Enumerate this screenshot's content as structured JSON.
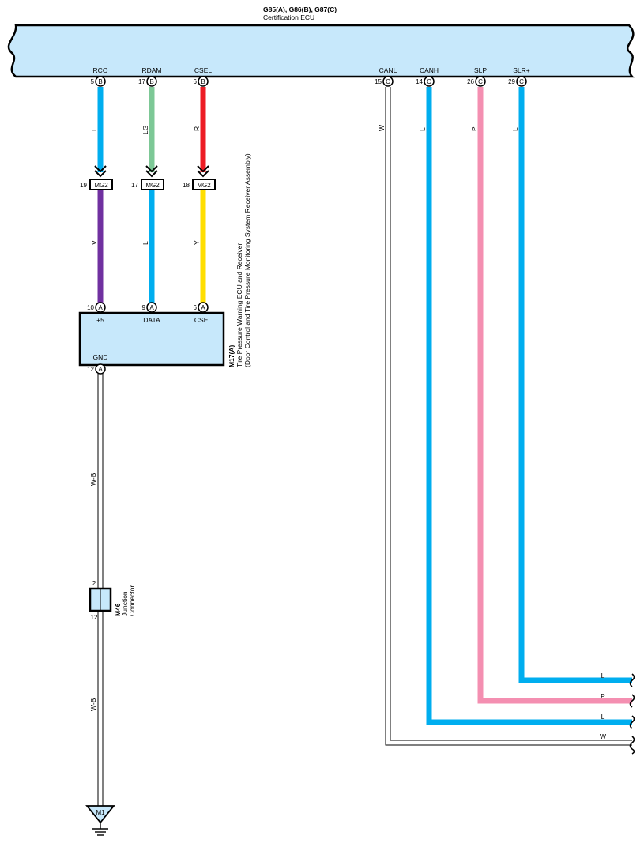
{
  "header": {
    "ecu_ids": "G85(A), G86(B), G87(C)",
    "ecu_name": "Certification ECU"
  },
  "colors": {
    "L": "#00aeef",
    "LG": "#7dc896",
    "R": "#ed1c24",
    "V": "#7030a0",
    "Y": "#ffde00",
    "P": "#f48fb1",
    "box_fill": "#c7e8fb"
  },
  "ecu_terminals": [
    {
      "name": "RCO",
      "pin": "5",
      "conn": "B"
    },
    {
      "name": "RDAM",
      "pin": "17",
      "conn": "B"
    },
    {
      "name": "CSEL",
      "pin": "6",
      "conn": "B"
    },
    {
      "name": "CANL",
      "pin": "15",
      "conn": "C"
    },
    {
      "name": "CANH",
      "pin": "14",
      "conn": "C"
    },
    {
      "name": "SLP",
      "pin": "26",
      "conn": "C"
    },
    {
      "name": "SLR+",
      "pin": "29",
      "conn": "C"
    }
  ],
  "upper_wires": [
    {
      "color_code": "L"
    },
    {
      "color_code": "LG"
    },
    {
      "color_code": "R"
    }
  ],
  "mg2_connectors": [
    {
      "pin": "19",
      "label": "MG2"
    },
    {
      "pin": "17",
      "label": "MG2"
    },
    {
      "pin": "18",
      "label": "MG2"
    }
  ],
  "lower_wires": [
    {
      "color_code": "V"
    },
    {
      "color_code": "L"
    },
    {
      "color_code": "Y"
    }
  ],
  "receiver": {
    "id": "M17(A)",
    "name_line1": "Tire Pressure Warning ECU and Receiver",
    "name_line2": "(Door Control and Tire Pressure Monitoring System Receiver Assembly)",
    "terminals": [
      {
        "name": "+5",
        "pin": "10",
        "conn": "A"
      },
      {
        "name": "DATA",
        "pin": "9",
        "conn": "A"
      },
      {
        "name": "CSEL",
        "pin": "6",
        "conn": "A"
      }
    ],
    "gnd": {
      "name": "GND",
      "pin": "12",
      "conn": "A"
    }
  },
  "ground_wire": {
    "color_upper": "W-B",
    "color_lower": "W-B"
  },
  "junction": {
    "id": "M46",
    "line1": "Junction",
    "line2": "Connector",
    "pin_top": "2",
    "pin_bottom": "12"
  },
  "ground_point": {
    "label": "M1"
  },
  "right_wires": [
    {
      "color_code": "W"
    },
    {
      "color_code": "L"
    },
    {
      "color_code": "P"
    },
    {
      "color_code": "L"
    }
  ],
  "horizontal_labels": [
    "L",
    "P",
    "L",
    "W"
  ]
}
